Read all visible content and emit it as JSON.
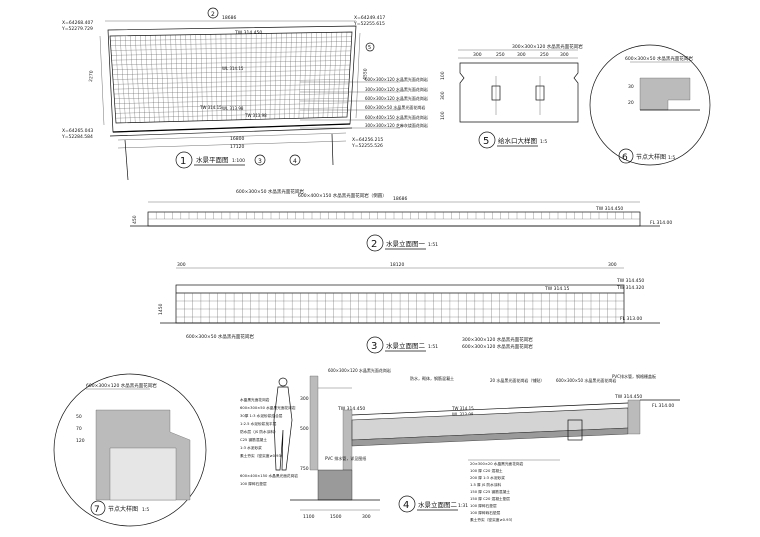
{
  "plan": {
    "dim_top": "18686",
    "dim_bottom_1": "16800",
    "dim_bottom_2": "17120",
    "coord_tl_x": "X=64268.407",
    "coord_tl_y": "Y=52279.729",
    "coord_tr_x": "X=64249.417",
    "coord_tr_y": "Y=52255.615",
    "coord_bl_x": "X=64265.043",
    "coord_bl_y": "Y=52284.584",
    "coord_br_x": "X=64256.215",
    "coord_br_y": "Y=52255.526",
    "tw_top": "TW 314.450",
    "tw_mid_1": "TW 314.15",
    "tw_mid_2": "TW 313.98",
    "wl_1": "WL 314.15",
    "wl_2": "WL 313.98",
    "section_mark": "2",
    "section_mark_2": "3",
    "section_mark_3": "4",
    "section_mark_5": "5",
    "side_dim_left": "2270",
    "side_dim_right": "4550",
    "callouts": [
      "600×300×120 水晶黑光面花岗岩",
      "300×300×120 水晶黑光面花岗岩",
      "600×300×120 水晶黑光面花岗岩",
      "600×300×50 水晶黑光面花岗岩",
      "600×400×150 水晶黑光面花岗岩",
      "300×300×120 芝麻灰烧面花岗岩"
    ],
    "title_num": "1",
    "title": "水景平面图",
    "scale": "1:100"
  },
  "outlet": {
    "top_label": "300×300×120 水晶黑光面花岗岩",
    "dims": [
      "300",
      "250",
      "300",
      "250",
      "300"
    ],
    "v_dim_1": "100",
    "v_dim_2": "300",
    "v_dim_3": "100",
    "title_num": "5",
    "title": "给水口大样图",
    "scale": "1:5"
  },
  "detail6": {
    "label": "600×300×50 水晶黑光面花岗岩",
    "dims": [
      "30",
      "20"
    ],
    "title_num": "6",
    "title": "节点大样图",
    "scale": "1:5"
  },
  "elev1": {
    "label_1": "600×300×50 水晶黑光面花岗岩",
    "label_2": "600×400×150 水晶黑光面花岗岩（倒圆）",
    "dim": "18686",
    "tw": "TW 314.450",
    "fl": "FL 314.00",
    "h_dim": "450",
    "title_num": "2",
    "title": "水景立面图一",
    "scale": "1:51"
  },
  "elev2": {
    "dim_left": "300",
    "dim_main": "18120",
    "dim_right": "300",
    "tw_1": "TW 314.450",
    "tw_2": "TW 314.320",
    "wl": "TW 314.15",
    "fl": "FL 313.00",
    "h_dim": "1450",
    "label_bl": "600×300×50 水晶黑光面花岗岩",
    "label_br_1": "300×300×120 水晶黑光面花岗岩",
    "label_br_2": "600×300×120 水晶黑光面花岗岩",
    "title_num": "3",
    "title": "水景立面图二",
    "scale": "1:51"
  },
  "section": {
    "label_top_1": "600×300×120 水晶黑光面花岗岩",
    "label_top_2": "20 水晶黑光面花岗岩（铺贴）",
    "label_top_3": "600×300×50 水晶黑光面花岗岩",
    "label_top_4": "PVC排水管，钢格栅盖板",
    "label_mid": "防水，砌体，钢筋混凝土",
    "tw_1": "TW 314.450",
    "tw_2": "TW 314.15",
    "tw_3": "TW 314.450",
    "fl_1": "FL 314.00",
    "wl": "WL 313.98",
    "left_layers": [
      "水晶黑光面花岗岩",
      "600×300×50 水晶黑光面花岗岩",
      "30厚 1:3 水泥砂浆结合层",
      "1:2.5 水泥砂浆找平层",
      "防水层（JS 防水涂料）",
      "C25 钢筋混凝土",
      "1:3 水泥砂浆",
      "素土夯实（密实度≥0.93）",
      "600×400×150 水晶黑光面花岗岩",
      "100 厚碎石垫层"
    ],
    "pvc": "PVC 排水管，详见图纸",
    "right_layers": [
      "20×300×20 水晶黑光面花岗岩",
      "100 厚 C20 混凝土",
      "200 厚 1:3 水泥砂浆",
      "1.5 厚 JS 防水涂料",
      "150 厚 C25 钢筋混凝土",
      "150 厚 C20 混凝土垫层",
      "100 厚碎石垫层",
      "100 厚碎砾石垫层",
      "素土夯实（密实度≥0.93）"
    ],
    "dims_bottom": [
      "1100",
      "1500",
      "300"
    ],
    "dims_left": [
      "300",
      "500",
      "750"
    ],
    "title_num": "4",
    "title": "水景立面图二",
    "scale": "1:31"
  },
  "detail7": {
    "label": "600×300×120 水晶黑光面花岗岩",
    "dims": [
      "50",
      "70",
      "120"
    ],
    "title_num": "7",
    "title": "节点大样图",
    "scale": "1:5"
  }
}
